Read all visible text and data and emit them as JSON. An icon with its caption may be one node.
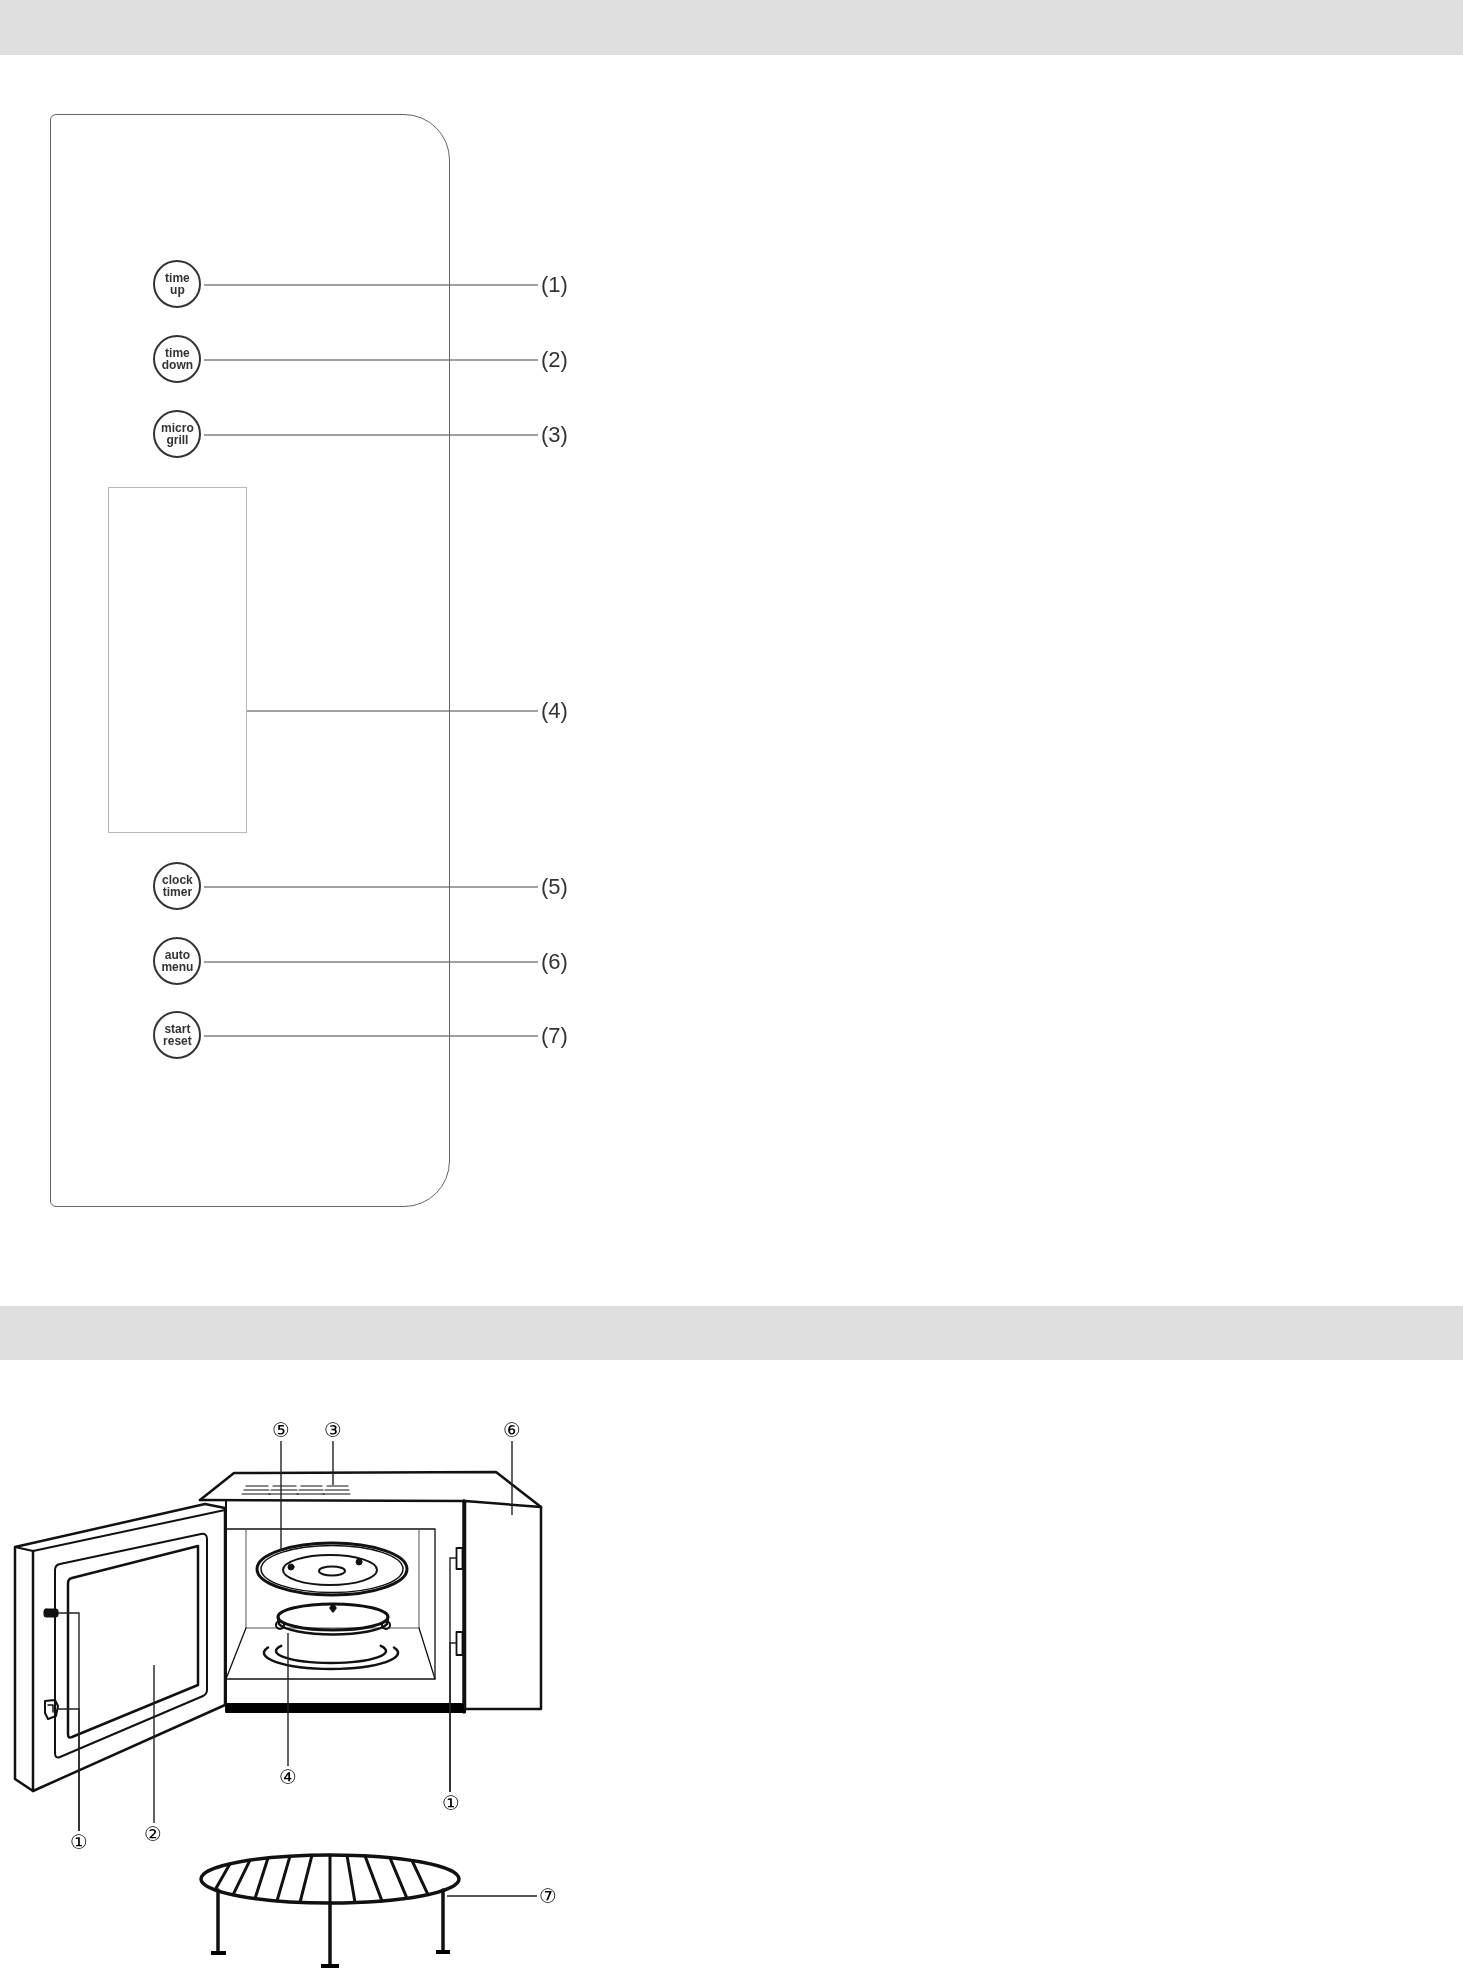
{
  "diagram": {
    "nodes": [
      {
        "text": [],
        "shape": "box"
      },
      {
        "text": [
          "time up"
        ],
        "in": 0
      },
      {
        "text": [
          "(1)"
        ]
      },
      {
        "text": [
          "time down"
        ],
        "in": 0
      },
      {
        "text": [
          "(2)"
        ]
      },
      {
        "text": [
          "micro grill"
        ],
        "in": 0
      },
      {
        "text": [
          "(3)"
        ]
      },
      {
        "text": [],
        "shape": "box",
        "in": 0
      },
      {
        "text": [
          "(4)"
        ]
      },
      {
        "text": [
          "clock timer"
        ],
        "in": 0
      },
      {
        "text": [
          "(5)"
        ]
      },
      {
        "text": [
          "auto menu"
        ],
        "in": 0
      },
      {
        "text": [
          "(6)"
        ]
      },
      {
        "text": [
          "start reset"
        ],
        "in": 0
      },
      {
        "text": [
          "(7)"
        ]
      },
      {
        "text": [
          "⑤"
        ]
      },
      {
        "text": [
          "③"
        ]
      },
      {
        "text": [
          "⑥"
        ]
      },
      {
        "text": [],
        "shape": "picture"
      },
      {
        "text": [],
        "shape": "box"
      },
      {
        "text": [],
        "shape": "picture"
      },
      {
        "text": [],
        "shape": "box"
      },
      {
        "text": [],
        "shape": "box"
      },
      {
        "text": [],
        "shape": "picture"
      },
      {
        "text": [],
        "shape": "picture"
      },
      {
        "text": [],
        "shape": "box"
      },
      {
        "text": [],
        "shape": "picture"
      },
      {
        "text": [
          "④"
        ]
      },
      {
        "text": [
          "①"
        ]
      },
      {
        "text": [
          "①"
        ]
      },
      {
        "text": [
          "②"
        ]
      },
      {
        "text": [],
        "shape": "picture"
      },
      {
        "text": [
          "⑦"
        ]
      }
    ],
    "edges": [
      {
        "from": 2,
        "to": 1,
        "arrow": "none",
        "color": "#808080"
      },
      {
        "from": 4,
        "to": 3,
        "arrow": "none",
        "color": "#808080"
      },
      {
        "from": 6,
        "to": 5,
        "arrow": "none",
        "color": "#808080"
      },
      {
        "from": 8,
        "to": 7,
        "arrow": "none",
        "color": "#808080"
      },
      {
        "from": 10,
        "to": 9,
        "arrow": "none",
        "color": "#808080"
      },
      {
        "from": 12,
        "to": 11,
        "arrow": "none",
        "color": "#808080"
      },
      {
        "from": 14,
        "to": 13,
        "arrow": "none",
        "color": "#808080"
      },
      {
        "from": 15,
        "to": 20,
        "arrow": "none"
      },
      {
        "from": 16,
        "to": 18,
        "arrow": "none"
      },
      {
        "from": 17,
        "to": 19,
        "arrow": "none"
      },
      {
        "from": 27,
        "to": 23,
        "arrow": "none"
      },
      {
        "from": 28,
        "to": 22,
        "arrow": "none"
      },
      {
        "from": 28,
        "to": 25,
        "arrow": "none"
      },
      {
        "from": 29,
        "to": 21,
        "arrow": "none"
      },
      {
        "from": 29,
        "to": 26,
        "arrow": "none"
      },
      {
        "from": 30,
        "to": 24,
        "arrow": "none"
      },
      {
        "from": 32,
        "to": 31,
        "arrow": "none"
      }
    ]
  }
}
